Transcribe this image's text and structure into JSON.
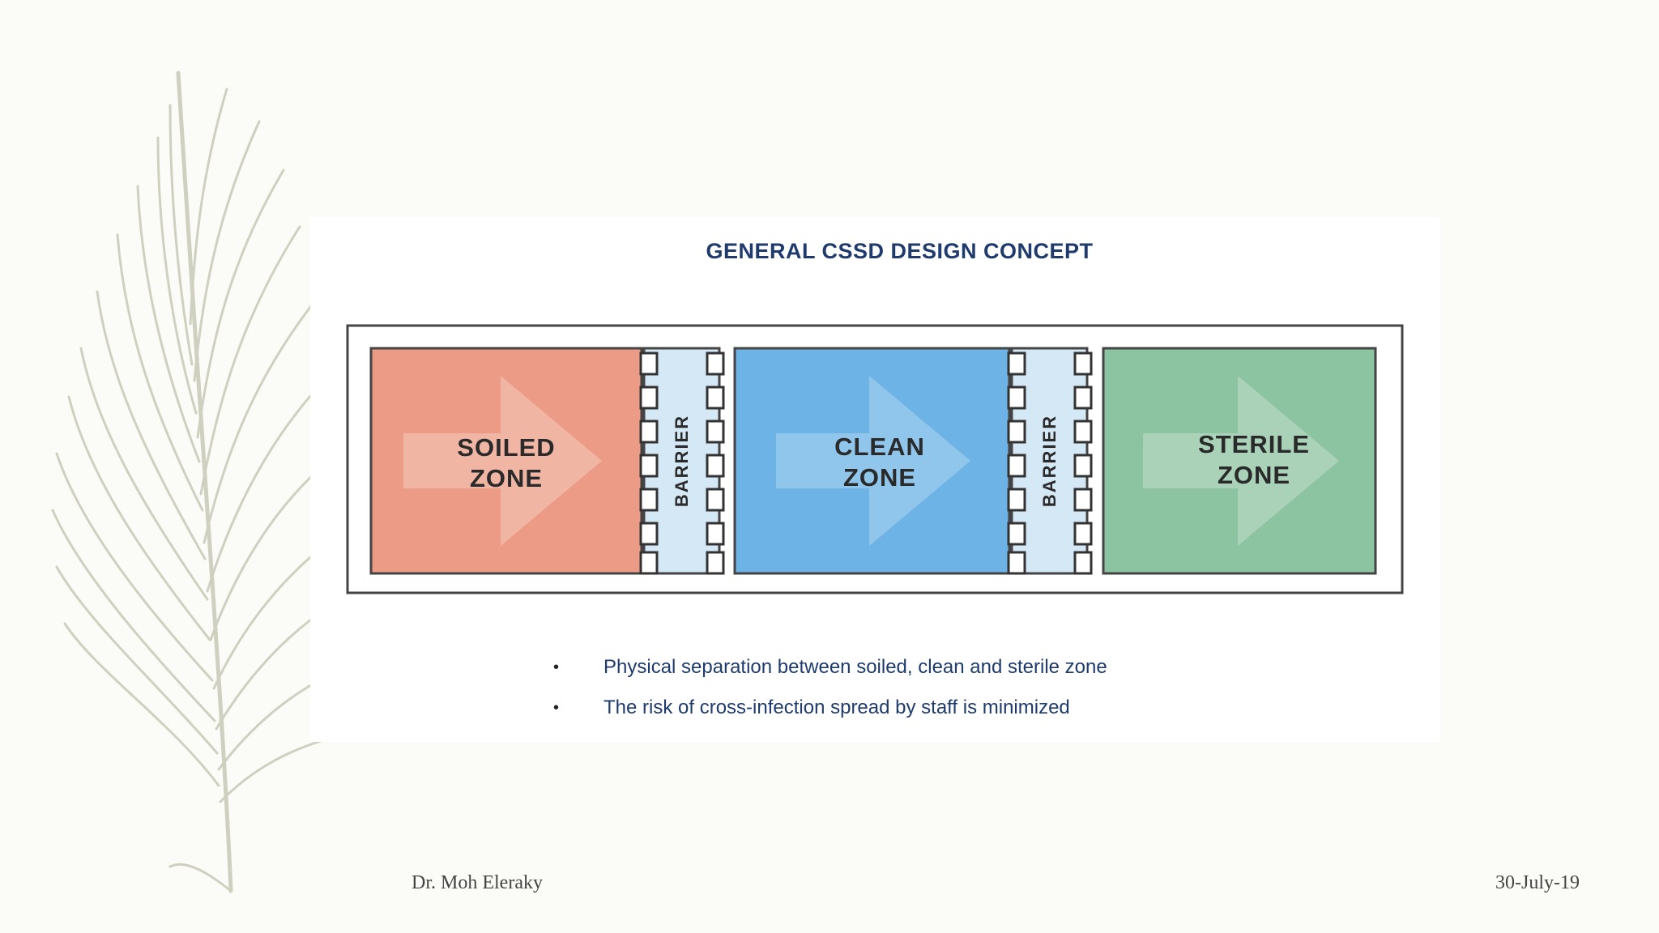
{
  "slide": {
    "title": "GENERAL CSSD DESIGN CONCEPT",
    "zones": [
      {
        "line1": "SOILED",
        "line2": "ZONE",
        "color": "#ec9c86"
      },
      {
        "line1": "CLEAN",
        "line2": "ZONE",
        "color": "#6db3e6"
      },
      {
        "line1": "STERILE",
        "line2": "ZONE",
        "color": "#8cc3a0"
      }
    ],
    "barriers": [
      "BARRIER",
      "BARRIER"
    ],
    "barrier_color": "#d4e8f5",
    "bullets": [
      "Physical separation between soiled, clean and sterile zone",
      "The risk of cross-infection spread by staff is minimized"
    ],
    "bullet_marker": "•"
  },
  "footer": {
    "author": "Dr. Moh Eleraky",
    "date": "30-July-19"
  }
}
